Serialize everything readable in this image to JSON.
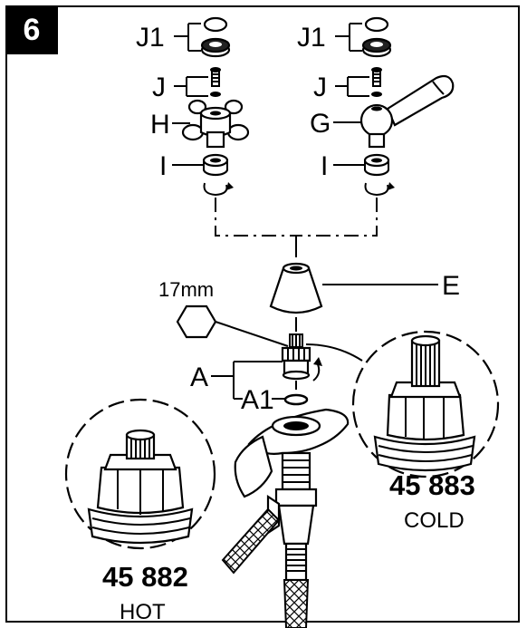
{
  "step": "6",
  "labels": {
    "J1_left": "J1",
    "J_left": "J",
    "H": "H",
    "I_left": "I",
    "J1_right": "J1",
    "J_right": "J",
    "G": "G",
    "I_right": "I",
    "E": "E",
    "A": "A",
    "A1": "A1",
    "wrench": "17mm"
  },
  "cartridges": {
    "cold": {
      "number": "45 883",
      "caption": "COLD"
    },
    "hot": {
      "number": "45 882",
      "caption": "HOT"
    }
  }
}
